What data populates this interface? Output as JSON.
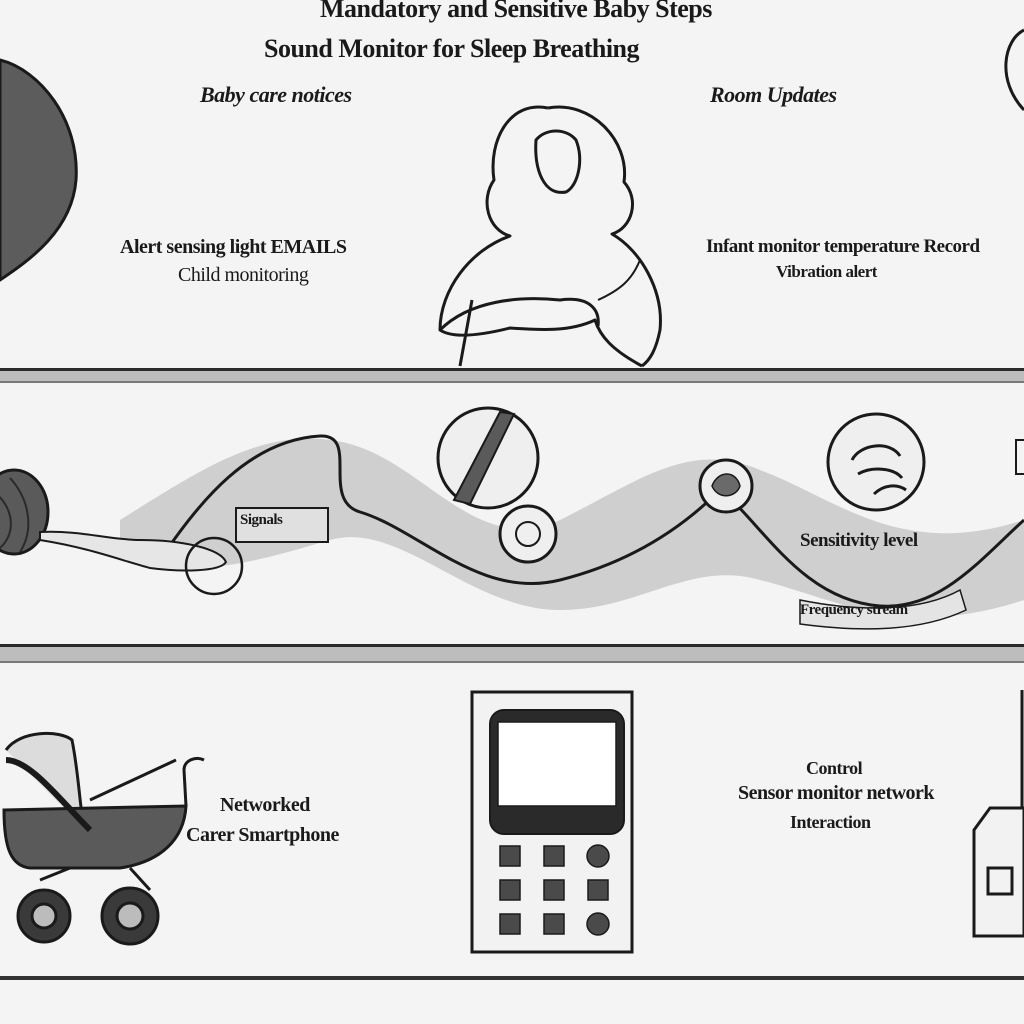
{
  "header": {
    "title": "Mandatory and Sensitive Baby Steps",
    "subtitle": "Sound Monitor for Sleep Breathing",
    "left_label": "Baby care notices",
    "right_label": "Room Updates"
  },
  "top_section": {
    "left_caption_1": "Alert sensing light EMAILS",
    "left_caption_2": "Child monitoring",
    "right_caption_1": "Infant monitor temperature Record",
    "right_caption_2": "Vibration alert"
  },
  "middle_section": {
    "wave_label_a": "Signals",
    "wave_label_b": "Sensitivity level",
    "wave_label_c": "Frequency stream"
  },
  "bottom_section": {
    "stroller_caption_1": "Networked",
    "stroller_caption_2": "Carer Smartphone",
    "right_caption_1": "Control",
    "right_caption_2": "Sensor monitor network",
    "right_caption_3": "Interaction"
  },
  "colors": {
    "ink": "#1a1a1a",
    "shade": "#c8c8c8",
    "dark_fill": "#5a5a5a",
    "paper": "#f4f4f4"
  }
}
